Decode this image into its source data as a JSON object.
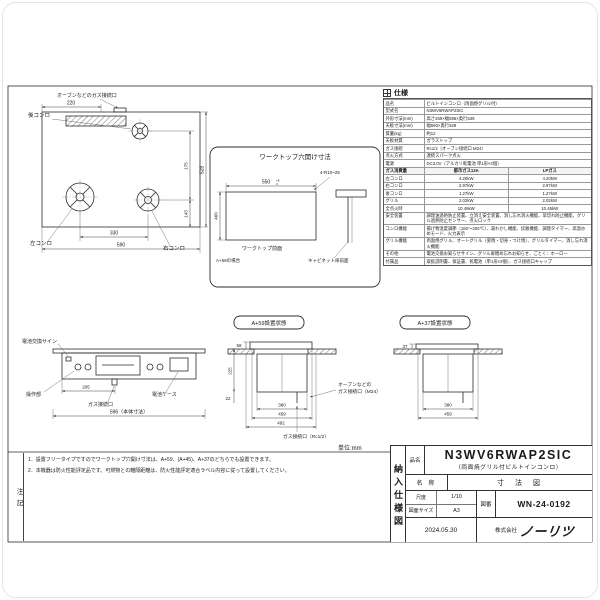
{
  "sheet": {
    "spec_title": "仕様",
    "unit_label": "単位:mm"
  },
  "plan": {
    "oven_gas_label": "オーブンなどのガス接続口",
    "rear_burner_label": "後コンロ",
    "left_burner_label": "左コンロ",
    "right_burner_label": "右コンロ",
    "dim_220": "220",
    "dim_590": "590",
    "dim_330": "330",
    "dim_528": "528",
    "dim_175": "175",
    "dim_143": "143"
  },
  "worktop": {
    "title": "ワークトップ穴開け寸法",
    "dim_550": "550",
    "tol_top": "+8",
    "tol_bot": "0",
    "dim_460": "460",
    "corner_note": "4-R10~25",
    "front_label": "ワークトップ前面",
    "case_label": "A+59の場合",
    "cabinet_label": "キャビネット扉前面"
  },
  "front": {
    "battery_label": "電池交換サイン",
    "panel_label": "操作部",
    "battery_case_label": "電池ケース",
    "dim_205": "205",
    "gas_label": "ガス接続口",
    "dim_596": "596（本体寸法）"
  },
  "sections": {
    "a59_title": "A+59設置状態",
    "a37_title": "A+37設置状態",
    "dim_59": "59",
    "dim_37": "37",
    "dim_225": "225",
    "dim_22": "22",
    "a59_dim_380": "380",
    "a59_dim_459": "459",
    "a59_dim_492": "492",
    "a37_dim_380": "380",
    "a37_dim_459": "459",
    "oven_gas_line1": "オーブンなどの",
    "oven_gas_line2": "ガス接続口（M24）",
    "gas_label": "ガス接続口（Rc1/2）"
  },
  "spec": {
    "top_rows": [
      {
        "label": "品名",
        "value": "ビルトインコンロ（両面焼グリル付）"
      },
      {
        "label": "型式名",
        "value": "N3WV6RWAP2SIC"
      },
      {
        "label": "外形寸法(mm)",
        "value": "高さ269×幅596×奥行539"
      },
      {
        "label": "天板寸法(mm)",
        "value": "幅590×奥行528"
      },
      {
        "label": "質量(kg)",
        "value": "約12"
      },
      {
        "label": "天板材質",
        "value": "ガラストップ"
      },
      {
        "label": "ガス接続",
        "value": "Rc1/2（オーブン接続口 M24）"
      },
      {
        "label": "点火方式",
        "value": "連続スパーク点火"
      },
      {
        "label": "電源",
        "value": "DC3.0V（アルカリ乾電池 単1形×2個）"
      }
    ],
    "gas_header": {
      "label": "ガス消費量",
      "c1": "都市ガス13A",
      "c2": "LPガス"
    },
    "gas_rows": [
      {
        "label": "左コンロ",
        "v1": "4.20kW",
        "v2": "4.20kW"
      },
      {
        "label": "右コンロ",
        "v1": "2.97kW",
        "v2": "2.97kW"
      },
      {
        "label": "後コンロ",
        "v1": "1.27kW",
        "v2": "1.27kW"
      },
      {
        "label": "グリル",
        "v1": "2.02kW",
        "v2": "2.02kW"
      },
      {
        "label": "全点火時",
        "v1": "10.46kW",
        "v2": "10.46kW"
      }
    ],
    "bottom_rows": [
      {
        "label": "安全装置",
        "value": "調理油過熱防止装置、立消え安全装置、消し忘れ消火機能、早切れ防止機能、グリル過熱防止センサー、点火ロック"
      },
      {
        "label": "コンロ機能",
        "value": "揚げ物温度調節（160〜200℃）、湯わかし機能、炊飯機能、調理タイマー、高温炒めモード、火力表示"
      },
      {
        "label": "グリル機能",
        "value": "両面焼グリル、オートグリル（姿焼・切身・つけ焼）、グリルタイマー、消し忘れ消火機能"
      },
      {
        "label": "その他",
        "value": "電池交換お知らせサイン、グリル扉閉め忘れお知らせ、ごとく：ホーロー"
      },
      {
        "label": "付属品",
        "value": "取扱説明書、保証書、乾電池（単1形×2個）、ガス接続口キャップ"
      }
    ]
  },
  "notes": {
    "vertical_label": "注記",
    "items": [
      "1．設置フリータイプですのでワークトップ穴開け寸法は、A+59、(A+45)、A+37のどちらでも設置できます。",
      "2．本機器は防火性能評定品です。可燃物との離隔距離は、防火性能評定適合ラベル内容に従って設置してください。"
    ]
  },
  "title_block": {
    "vertical_label": "納入仕様図",
    "product_label": "品名",
    "product_name": "N3WV6RWAP2SIC",
    "product_subtitle": "（両面焼グリル付ビルトインコンロ）",
    "name_label": "名称",
    "name_value": "寸法図",
    "scale_label": "尺度",
    "scale_value": "1/10",
    "size_label": "図面サイズ",
    "size_value": "A3",
    "number_label": "図番",
    "number_value": "WN-24-0192",
    "date_value": "2024.05.30",
    "company_prefix": "株式会社",
    "company_logo": "ノーリツ"
  }
}
